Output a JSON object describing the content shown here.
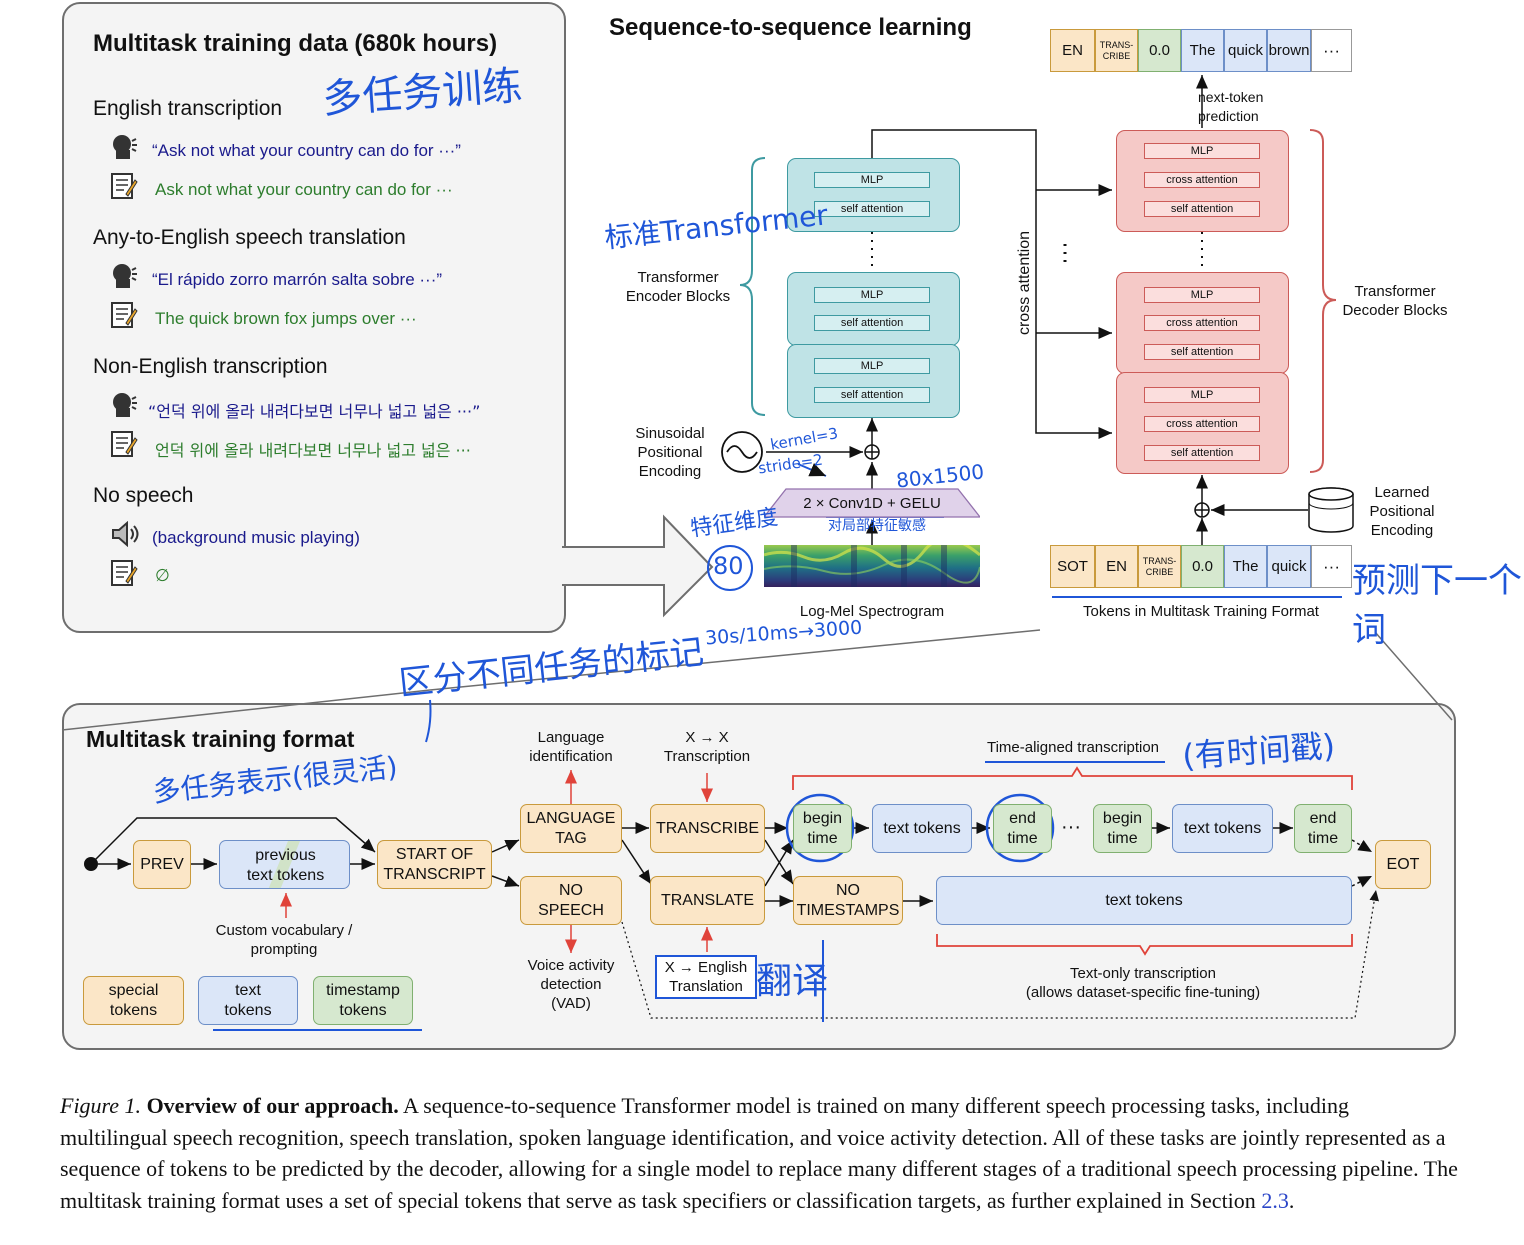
{
  "left_panel": {
    "title": "Multitask training data (680k hours)",
    "sections": [
      {
        "heading": "English transcription",
        "audio": "“Ask not what your country can do for ···”",
        "text": "Ask not what your country can do for ···"
      },
      {
        "heading": "Any-to-English speech translation",
        "audio": "“El rápido zorro marrón salta sobre ···”",
        "text": "The quick brown fox jumps over ···"
      },
      {
        "heading": "Non-English transcription",
        "audio": "“언덕 위에 올라 내려다보면 너무나 넓고 넓은 ···”",
        "text": "언덕 위에 올라 내려다보면 너무나 넓고 넓은 ···"
      },
      {
        "heading": "No speech",
        "audio": "(background music playing)",
        "text": "∅"
      }
    ]
  },
  "seq2seq": {
    "title": "Sequence-to-sequence learning",
    "encoder_label": "Transformer\nEncoder Blocks",
    "decoder_label": "Transformer\nDecoder Blocks",
    "mlp": "MLP",
    "self_attention": "self attention",
    "cross_attention": "cross attention",
    "cross_attention_vertical": "cross attention",
    "sinusoidal": "Sinusoidal\nPositional\nEncoding",
    "conv": "2 × Conv1D + GELU",
    "spectrogram": "Log-Mel Spectrogram",
    "learned": "Learned\nPositional\nEncoding",
    "next_token": "next-token\nprediction",
    "tokens_caption": "Tokens in Multitask Training Format",
    "output_tokens": [
      "EN",
      "TRANS-\nCRIBE",
      "0.0",
      "The",
      "quick",
      "brown",
      "···"
    ],
    "input_tokens": [
      "SOT",
      "EN",
      "TRANS-\nCRIBE",
      "0.0",
      "The",
      "quick",
      "···"
    ],
    "dots": "⋮",
    "hdots": "⋮"
  },
  "format": {
    "title": "Multitask training format",
    "prev": "PREV",
    "previous_text": "previous\ntext tokens",
    "custom_vocab": "Custom vocabulary /\nprompting",
    "start": "START OF\nTRANSCRIPT",
    "language_tag": "LANGUAGE\nTAG",
    "language_id": "Language\nidentification",
    "no_speech": "NO\nSPEECH",
    "vad": "Voice activity\ndetection\n(VAD)",
    "transcribe": "TRANSCRIBE",
    "x_to_x": "X → X\nTranscription",
    "translate": "TRANSLATE",
    "x_to_english": "X → English\nTranslation",
    "time_aligned": "Time-aligned transcription",
    "begin_time": "begin\ntime",
    "text_tokens": "text tokens",
    "end_time": "end\ntime",
    "ellipsis": "···",
    "no_timestamps": "NO\nTIMESTAMPS",
    "eot": "EOT",
    "text_only": "Text-only transcription\n(allows dataset-specific fine-tuning)",
    "legend": [
      "special\ntokens",
      "text\ntokens",
      "timestamp\ntokens"
    ]
  },
  "caption": {
    "fig": "Figure 1.",
    "bold": "Overview of our approach.",
    "body": "A sequence-to-sequence Transformer model is trained on many different speech processing tasks, including multilingual speech recognition, speech translation, spoken language identification, and voice activity detection. All of these tasks are jointly represented as a sequence of tokens to be predicted by the decoder, allowing for a single model to replace many different stages of a traditional speech processing pipeline. The multitask training format uses a set of special tokens that serve as task specifiers or classification targets, as further explained in Section",
    "section_ref": "2.3",
    "end": "."
  },
  "annotations": {
    "multitask_training": "多任务训练",
    "standard_transformer": "标准Transformer",
    "kernel": "kernel=3",
    "stride": "stride=2",
    "size": "80x1500",
    "feature_dim": "特征维度",
    "eighty": "80",
    "local_sensitive": "对局部特征敏感",
    "distinguish": "区分不同任务的标记",
    "duration": "30s/10ms→3000",
    "predict_next": "预测下一个词",
    "multitask_repr": "多任务表示(很灵活)",
    "timestamp_note": "(有时间戳)",
    "translate_note": "翻译"
  },
  "colors": {
    "encoder_fill": "#bfe3e6",
    "encoder_stroke": "#3e9aa1",
    "decoder_fill": "#f5c9c7",
    "decoder_stroke": "#cc5b58",
    "special": "#fbe6c7",
    "text": "#dbe6f8",
    "timestamp": "#d6e8cf",
    "ink": "#1f56d8"
  }
}
